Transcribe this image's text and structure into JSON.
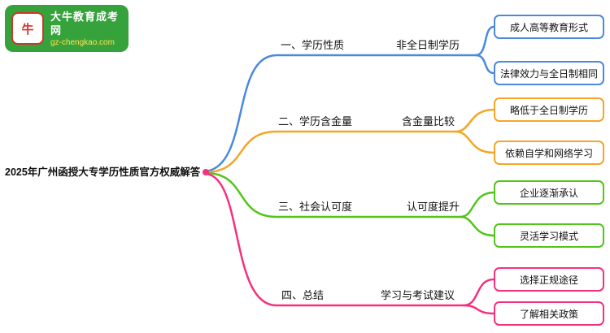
{
  "logo": {
    "title": "大牛教育成考网",
    "subtitle": "gz-chengkao.com",
    "icon_label": "牛"
  },
  "root": {
    "label": "2025年广州函授大专学历性质官方权威解答"
  },
  "branches": [
    {
      "label": "一、学历性质",
      "sub": "非全日制学历",
      "color": "#4a89dc",
      "leaves": [
        "成人高等教育形式",
        "法律效力与全日制相同"
      ]
    },
    {
      "label": "二、学历含金量",
      "sub": "含金量比较",
      "color": "#f6a526",
      "leaves": [
        "略低于全日制学历",
        "依赖自学和网络学习"
      ]
    },
    {
      "label": "三、社会认可度",
      "sub": "认可度提升",
      "color": "#52c41a",
      "leaves": [
        "企业逐渐承认",
        "灵活学习模式"
      ]
    },
    {
      "label": "四、总结",
      "sub": "学习与考试建议",
      "color": "#f5317f",
      "leaves": [
        "选择正规途径",
        "了解相关政策"
      ]
    }
  ]
}
